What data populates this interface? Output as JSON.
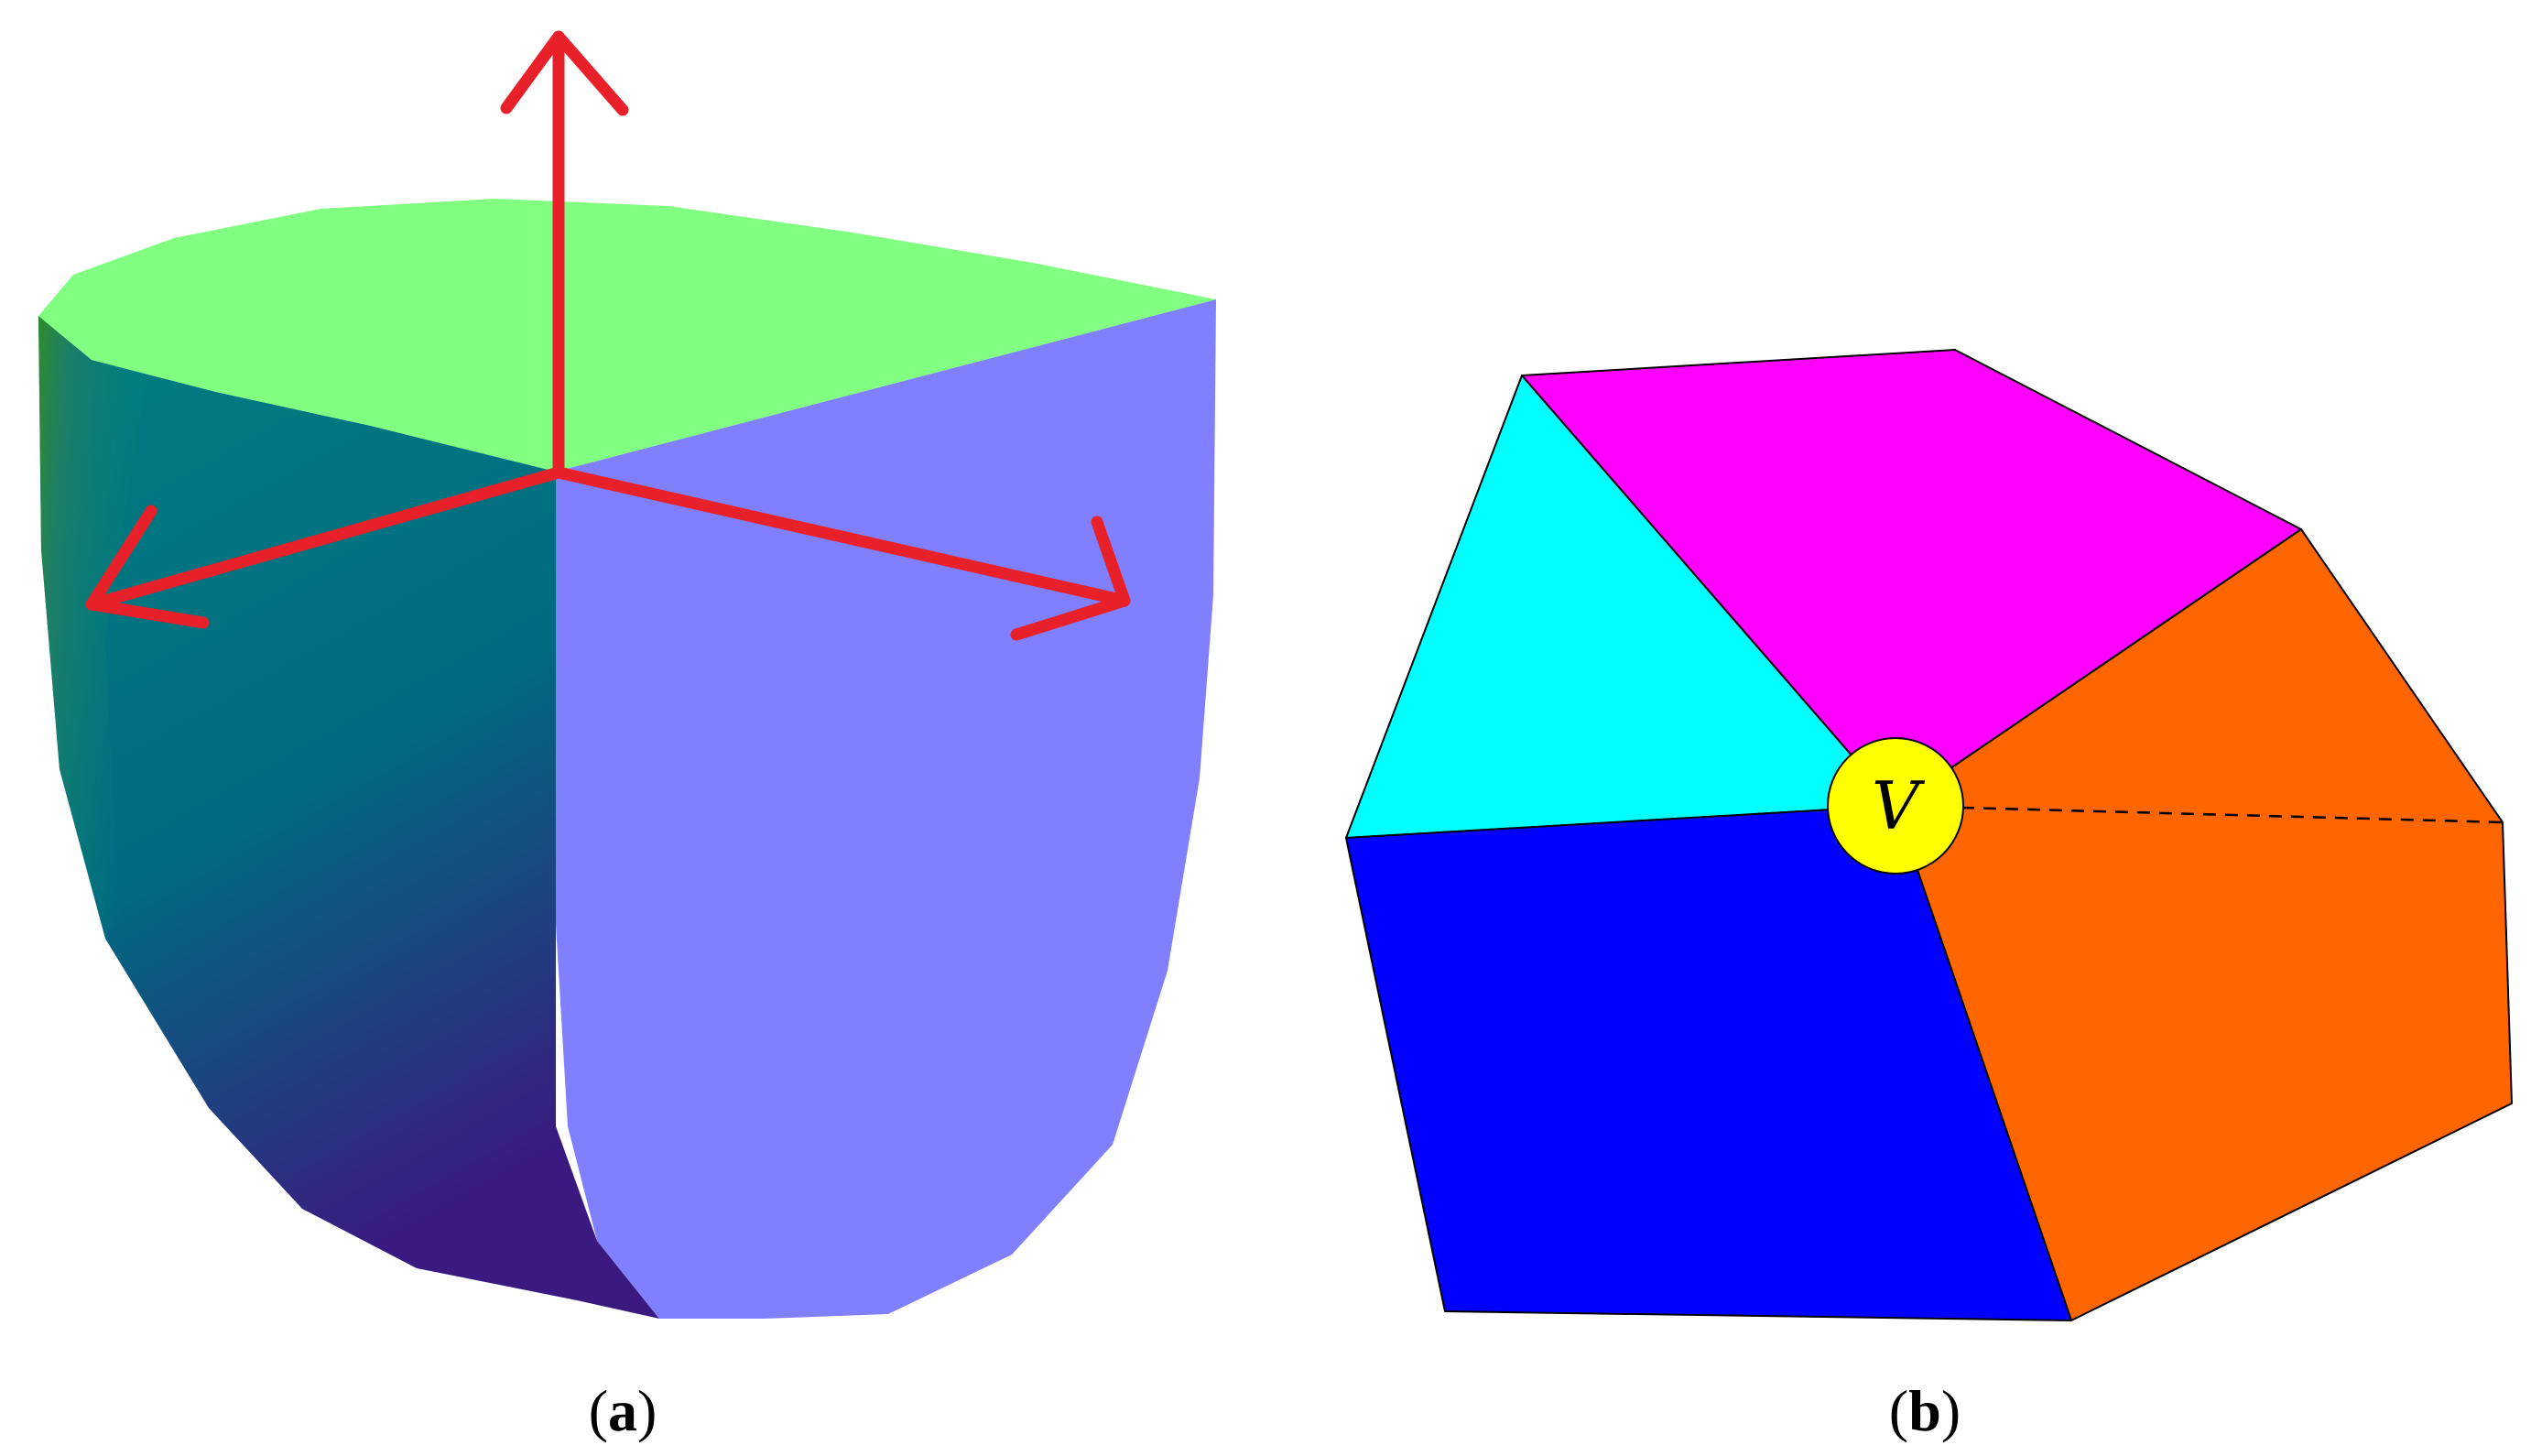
{
  "panel_a": {
    "caption_open": "(",
    "caption_letter": "a",
    "caption_close": ")",
    "colors": {
      "top_face": "#80FF80",
      "right_face": "#8080FF",
      "left_face_top": "#008080",
      "left_face_bottom": "#3A1A80",
      "left_edge_green": "#2E8B2E",
      "axis": "#E8202A"
    }
  },
  "panel_b": {
    "caption_open": "(",
    "caption_letter": "b",
    "caption_close": ")",
    "vertex_label": "V",
    "colors": {
      "cyan_face": "#00FFFF",
      "magenta_face": "#FF00FF",
      "orange_face": "#FF6600",
      "blue_face": "#0000FF",
      "vertex_fill": "#FFFF00"
    }
  }
}
